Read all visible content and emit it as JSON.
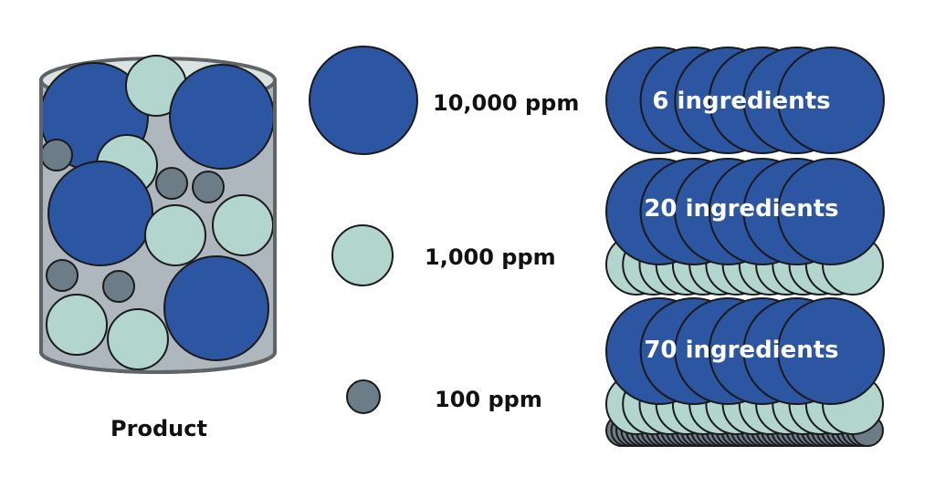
{
  "product": {
    "label": "Product"
  },
  "legend": [
    {
      "key": "large",
      "label": "10,000 ppm"
    },
    {
      "key": "medium",
      "label": "1,000 ppm"
    },
    {
      "key": "small",
      "label": "100 ppm"
    }
  ],
  "groups": [
    {
      "label": "6 ingredients",
      "large": 6,
      "medium": 0,
      "small": 0
    },
    {
      "label": "20 ingredients",
      "large": 6,
      "medium": 14,
      "small": 0
    },
    {
      "label": "70 ingredients",
      "large": 6,
      "medium": 14,
      "small": 50
    }
  ],
  "colors": {
    "large": "#2c55a2",
    "medium": "#b2d5cd",
    "small": "#6d7d87",
    "container_fill": "#adb7bd",
    "container_top": "#d9e4e0",
    "outline": "#5f6468",
    "stroke": "#1a1a1a"
  }
}
